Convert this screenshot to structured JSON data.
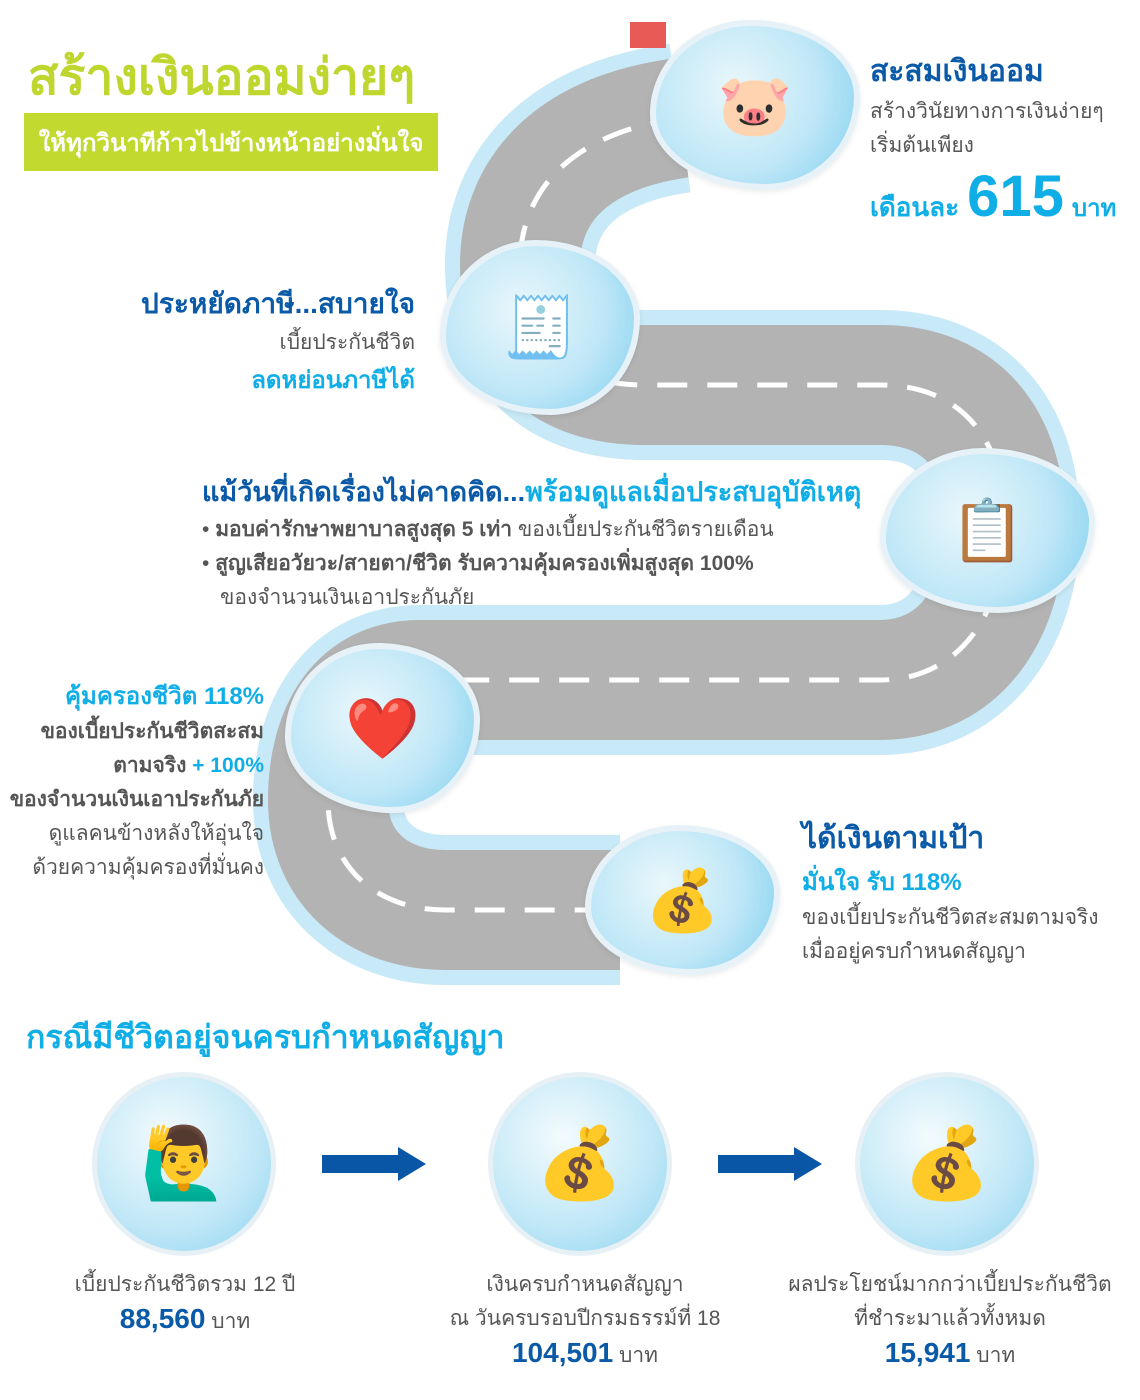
{
  "header": {
    "title": "สร้างเงินออมง่ายๆ",
    "subtitle": "ให้ทุกวินาทีก้าวไปข้างหน้าอย่างมั่นใจ"
  },
  "savings": {
    "title": "สะสมเงินออม",
    "line1": "สร้างวินัยทางการเงินง่ายๆ",
    "line2": "เริ่มต้นเพียง",
    "prefix": "เดือนละ",
    "amount": "615",
    "unit": "บาท"
  },
  "tax": {
    "title": "ประหยัดภาษี...สบายใจ",
    "line1": "เบี้ยประกันชีวิต",
    "line2": "ลดหย่อนภาษีได้"
  },
  "accident": {
    "title_a": "แม้วันที่เกิดเรื่องไม่คาดคิด...",
    "title_b": "พร้อมดูแลเมื่อประสบอุบัติเหตุ",
    "b1_bold": "มอบค่ารักษาพยาบาลสูงสุด 5 เท่า",
    "b1_rest": " ของเบี้ยประกันชีวิตรายเดือน",
    "b2_bold": "สูญเสียอวัยวะ/สายตา/ชีวิต รับความคุ้มครองเพิ่มสูงสุด 100%",
    "b2_rest": "ของจำนวนเงินเอาประกันภัย"
  },
  "coverage": {
    "title": "คุ้มครองชีวิต 118%",
    "l1": "ของเบี้ยประกันชีวิตสะสม",
    "l2a": "ตามจริง ",
    "l2b": "+ 100%",
    "l3": "ของจำนวนเงินเอาประกันภัย",
    "l4": "ดูแลคนข้างหลังให้อุ่นใจ",
    "l5": "ด้วยความคุ้มครองที่มั่นคง"
  },
  "goal": {
    "title": "ได้เงินตามเป้า",
    "l1": "มั่นใจ รับ 118%",
    "l2": "ของเบี้ยประกันชีวิตสะสมตามจริง",
    "l3": "เมื่ออยู่ครบกำหนดสัญญา"
  },
  "maturity": {
    "title": "กรณีมีชีวิตอยู่จนครบกำหนดสัญญา",
    "items": [
      {
        "l1": "เบี้ยประกันชีวิตรวม 12 ปี",
        "l2": "",
        "amount": "88,560",
        "unit": " บาท"
      },
      {
        "l1": "เงินครบกำหนดสัญญา",
        "l2": "ณ วันครบรอบปีกรมธรรม์ที่ 18",
        "amount": "104,501",
        "unit": " บาท"
      },
      {
        "l1": "ผลประโยชน์มากกว่าเบี้ยประกันชีวิต",
        "l2": "ที่ชำระมาแล้วทั้งหมด",
        "amount": "15,941",
        "unit": " บาท"
      }
    ]
  }
}
